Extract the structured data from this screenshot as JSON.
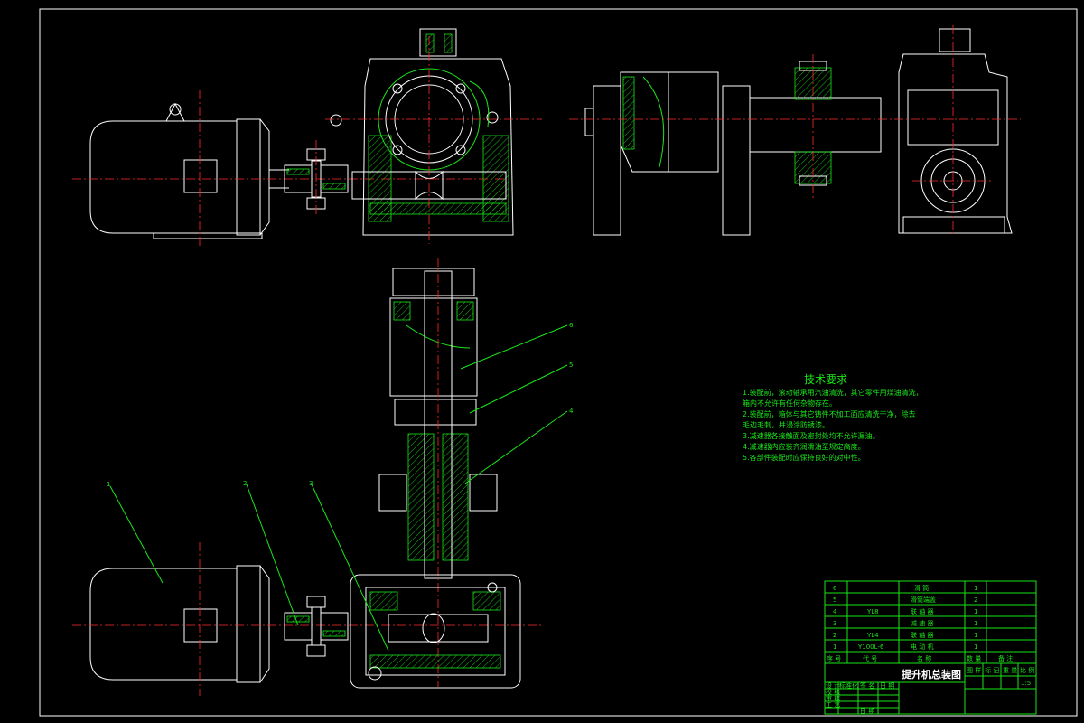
{
  "tech_requirements": {
    "title": "技术要求",
    "lines": [
      "1.装配前，滚动轴承用汽油清洗，其它零件用煤油清洗，",
      "箱内不允许有任何杂物存在。",
      "2.装配前，箱体与其它铸件不加工面应清洗干净，除去",
      "毛边毛刺，并浸涂防锈漆。",
      "3.减速器各接触面及密封处均不允许漏油。",
      "4.减速器内应装齐润滑油至规定高度。",
      "5.各部件装配时应保持良好的对中性。"
    ]
  },
  "leaders": [
    "1",
    "2",
    "3",
    "4",
    "5",
    "6"
  ],
  "parts_list": [
    {
      "no": "6",
      "code": "",
      "name": "滑 筒",
      "qty": "1"
    },
    {
      "no": "5",
      "code": "",
      "name": "滑筒端盖",
      "qty": "2"
    },
    {
      "no": "4",
      "code": "YL8",
      "name": "联 轴 器",
      "qty": "1"
    },
    {
      "no": "3",
      "code": "",
      "name": "减 速 器",
      "qty": "1"
    },
    {
      "no": "2",
      "code": "YL4",
      "name": "联 轴 器",
      "qty": "1"
    },
    {
      "no": "1",
      "code": "Y100L-6",
      "name": "电 动 机",
      "qty": "1"
    }
  ],
  "parts_header": {
    "no": "序 号",
    "code": "代 号",
    "name": "名 称",
    "qty": "数 量",
    "note": "备 注"
  },
  "title_block": {
    "drawing_title": "提升机总装图",
    "headers": [
      "图 样",
      "标 记",
      "重 量",
      "比 例"
    ],
    "scale": "1:5",
    "rows": [
      {
        "c1": "设 计",
        "c2": "标准化",
        "c3": "签 名",
        "c4": "日 期"
      },
      {
        "c1": "校 核",
        "c2": "",
        "c3": "",
        "c4": ""
      },
      {
        "c1": "审 核",
        "c2": "",
        "c3": "",
        "c4": ""
      },
      {
        "c1": "工 艺",
        "c2": "",
        "c3": "日 期",
        "c4": ""
      }
    ]
  },
  "colors": {
    "background": "#000000",
    "outline": "#ffffff",
    "detail": "#19e619",
    "centerline": "#ff2a2a"
  }
}
